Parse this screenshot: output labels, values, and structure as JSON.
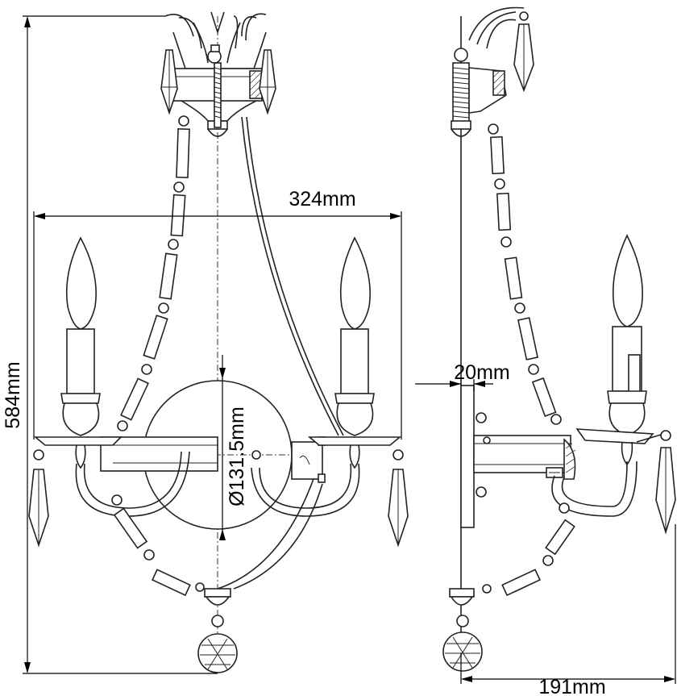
{
  "dimensions": {
    "height": "584mm",
    "width": "324mm",
    "plate_diameter": "Ø131.5mm",
    "plate_thickness": "20mm",
    "depth": "191mm"
  }
}
